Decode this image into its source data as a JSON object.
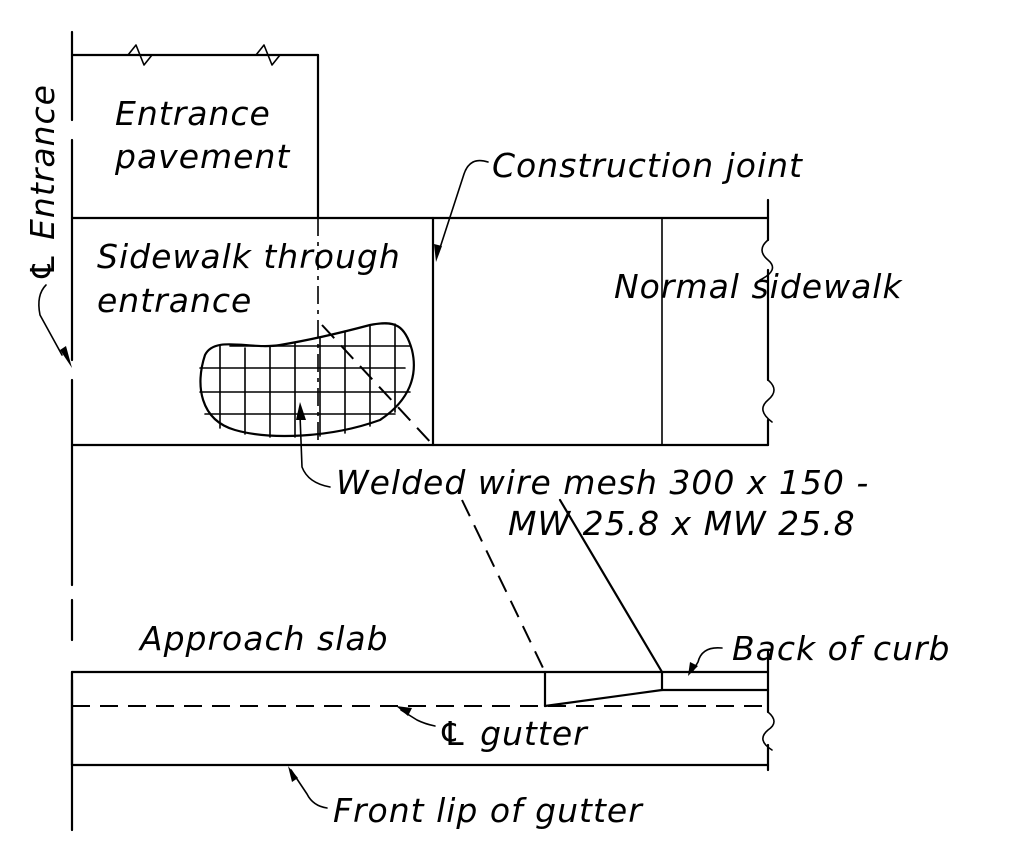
{
  "drawing": {
    "labels": {
      "centerline_entrance": "℄ Entrance",
      "entrance_pavement_line1": "Entrance",
      "entrance_pavement_line2": "pavement",
      "construction_joint": "Construction joint",
      "sidewalk_through_line1": "Sidewalk through",
      "sidewalk_through_line2": "entrance",
      "normal_sidewalk": "Normal sidewalk",
      "welded_mesh_line1": "Welded wire mesh 300 x 150 -",
      "welded_mesh_line2": "MW 25.8 x MW 25.8",
      "approach_slab": "Approach slab",
      "back_of_curb": "Back of curb",
      "gutter": "℄ gutter",
      "front_lip": "Front lip of gutter"
    },
    "colors": {
      "ink": "#000000",
      "paper": "#ffffff"
    }
  }
}
